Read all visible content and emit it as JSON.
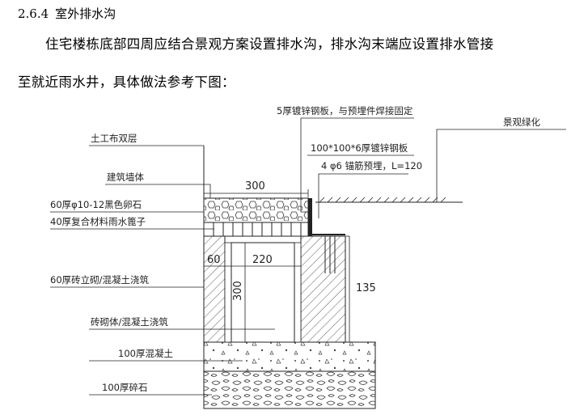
{
  "section": {
    "number": "2.6.4",
    "title": "室外排水沟"
  },
  "body_text": {
    "line1": "住宅楼栋底部四周应结合景观方案设置排水沟，排水沟末端应设置排水管接",
    "line2": "至就近雨水井，具体做法参考下图："
  },
  "drawing": {
    "labels": {
      "geotextile": "土工布双层",
      "building_wall": "建筑墙体",
      "pebbles": "60厚φ10-12黑色卵石",
      "grate": "40厚复合材料雨水篦子",
      "brick_side": "60厚砖立砌/混凝土浇筑",
      "masonry": "砖砌体/混凝土浇筑",
      "concrete": "100厚混凝土",
      "gravel": "100厚碎石",
      "steel_plate": "5厚镀锌钢板，与预埋件焊接固定",
      "steel_plate_spec": "100*100*6厚镀锌钢板",
      "anchor_bar": "4 φ6 锚筋预埋，L=120",
      "landscape": "景观绿化"
    },
    "dimensions": {
      "d300_top": "300",
      "d60": "60",
      "d220": "220",
      "d300_side": "300",
      "d135": "135"
    }
  }
}
